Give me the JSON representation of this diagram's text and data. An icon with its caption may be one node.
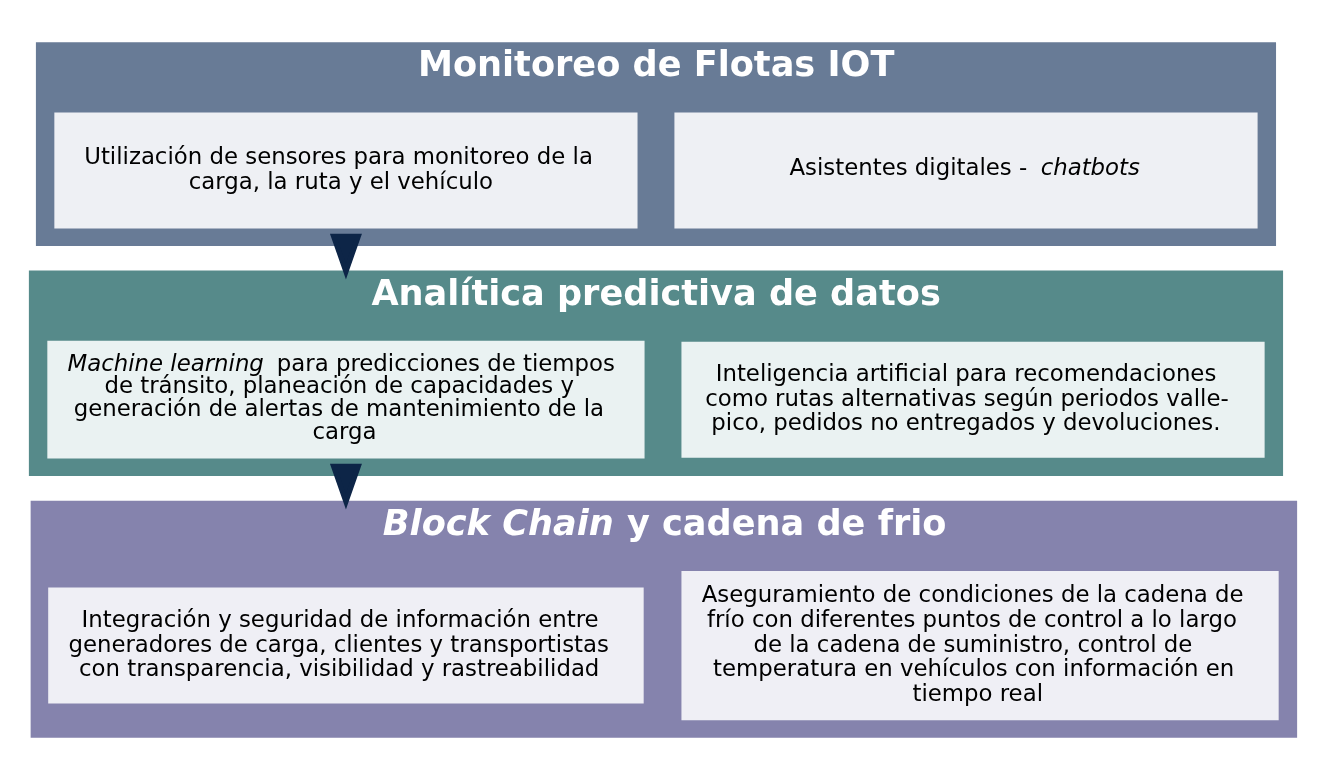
{
  "diagram": {
    "nodes": [
      {
        "text": [
          "Monitoreo de Flotas IOT"
        ]
      },
      {
        "text": [
          "Utilización de sensores para monitoreo de la carga, la ruta y el vehículo"
        ],
        "in": 0
      },
      {
        "text": [
          "Asistentes digitales - *chatbots*"
        ],
        "in": 0
      },
      {
        "text": [
          "Analítica predictiva de datos"
        ]
      },
      {
        "text": [
          "*Machine learning* para predicciones de tiempos de tránsito, planeación de capacidades y generación de alertas de mantenimiento de la carga"
        ],
        "in": 3
      },
      {
        "text": [
          "Inteligencia artificial para recomendaciones como rutas alternativas según periodos valle-pico, pedidos no entregados y devoluciones."
        ],
        "in": 3
      },
      {
        "text": [
          "*Block Chain* y cadena de frio"
        ]
      },
      {
        "text": [
          "Integración y seguridad de información entre generadores de carga, clientes y transportistas con transparencia, visibilidad y rastreabilidad"
        ],
        "in": 6
      },
      {
        "text": [
          "Aseguramiento de condiciones de la cadena de frío con diferentes puntos de control a lo largo de la cadena de suministro, control de temperatura en vehículos con información en tiempo real"
        ],
        "in": 6
      }
    ],
    "edges": [
      {
        "from": 0,
        "to": 3,
        "arrow": "to"
      },
      {
        "from": 3,
        "to": 6,
        "arrow": "to"
      }
    ]
  }
}
